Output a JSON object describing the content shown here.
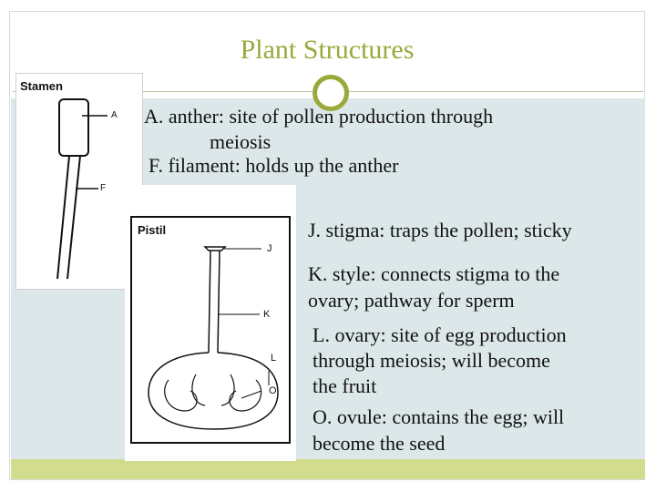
{
  "slide": {
    "title": "Plant Structures",
    "accent_color": "#9aa93a",
    "content_bg_color": "#dce7ea",
    "bottom_bar_color": "#d2dc8e"
  },
  "stamen_figure": {
    "title": "Stamen",
    "label_a": "A",
    "label_f": "F"
  },
  "pistil_figure": {
    "title": "Pistil",
    "label_j": "J",
    "label_k": "K",
    "label_l": "L",
    "label_o": "O"
  },
  "definitions": {
    "anther_line1": "A. anther: site of pollen production through",
    "anther_line2": "meiosis",
    "filament": "F. filament: holds up the anther",
    "stigma": "J. stigma: traps the pollen; sticky",
    "style_line1": "K. style: connects stigma to the",
    "style_line2": "ovary; pathway for sperm",
    "ovary_line1": "L. ovary: site of egg production",
    "ovary_line2": "through meiosis; will become",
    "ovary_line3": "the fruit",
    "ovule_line1": "O. ovule: contains the egg; will",
    "ovule_line2": "become the seed"
  }
}
